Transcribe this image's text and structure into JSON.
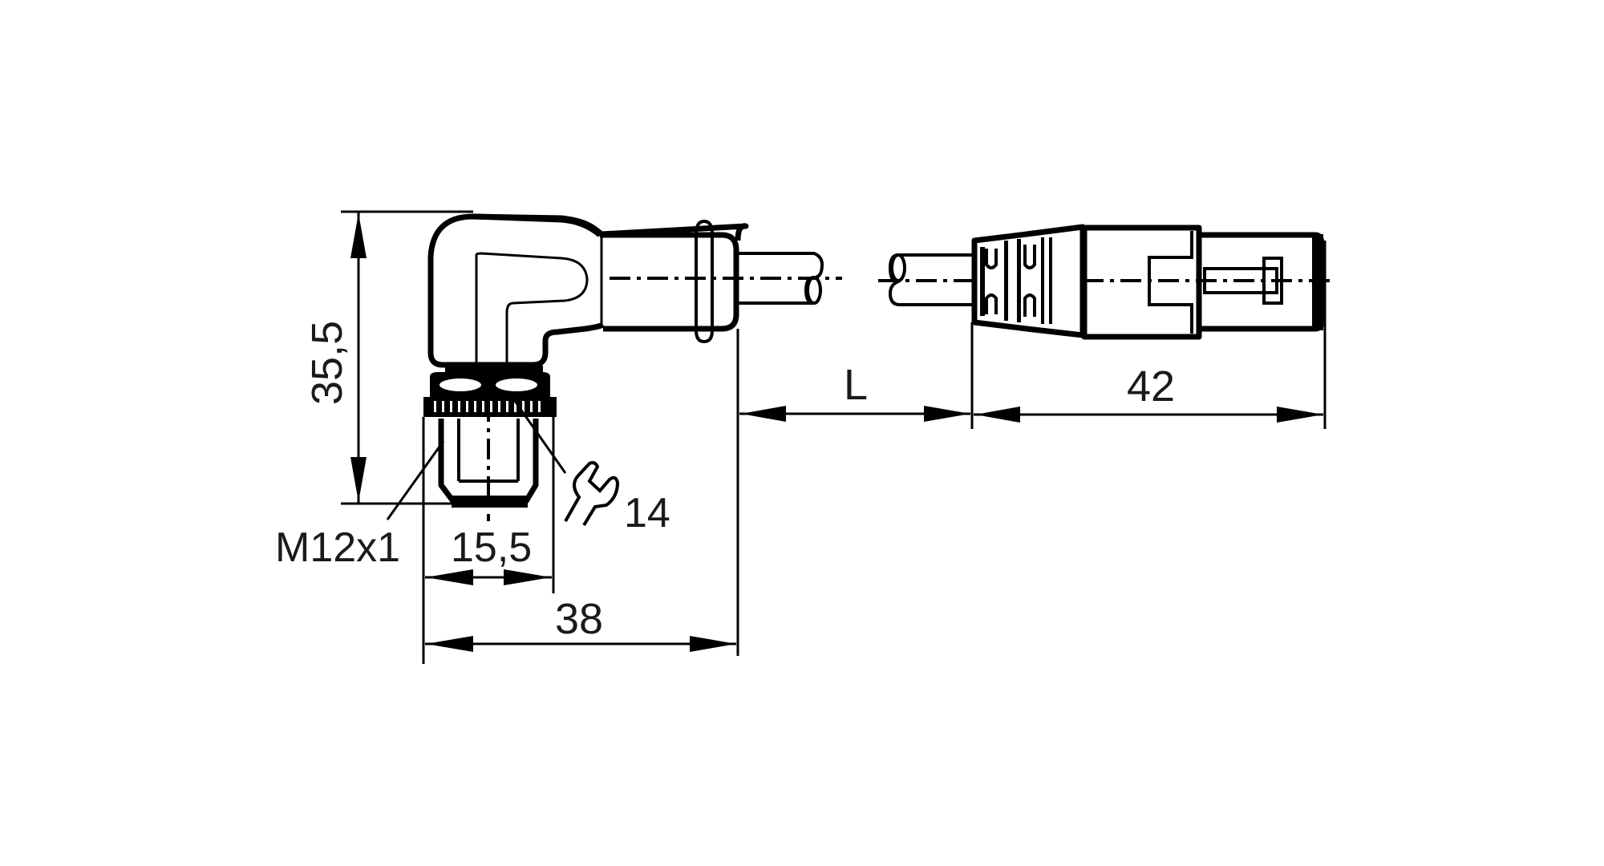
{
  "drawing": {
    "title": "Angled M12 connector to RJ45 cable dimension drawing",
    "units": "mm",
    "line_color": "#000000",
    "background": "#ffffff"
  },
  "dimensions": {
    "height_label": "35,5",
    "thread_label": "M12x1",
    "nut_width_label": "15,5",
    "wrench_size_label": "14",
    "overall_width_label": "38",
    "cable_length_label": "L",
    "rj45_length_label": "42"
  },
  "components": {
    "left_connector": "angled-m12-socket",
    "cable": "cable-break",
    "right_connector": "rj45-plug",
    "wrench_icon": "wrench-icon"
  }
}
